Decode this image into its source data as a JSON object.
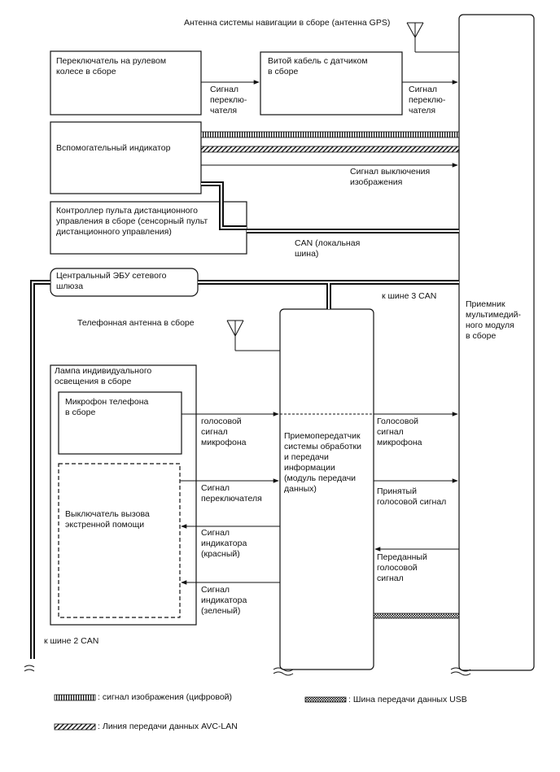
{
  "top_antenna": "Антенна системы навигации в сборе (антенна GPS)",
  "boxes": {
    "steering_switch": "Переключатель на рулевом\nколесе в сборе",
    "spiral_cable": "Витой кабель с датчиком\nв сборе",
    "aux_indicator": "Вспомогательный индикатор",
    "remote_controller": "Контроллер пульта дистанционного\nуправления в сборе (сенсорный пульт\nдистанционного управления)",
    "gateway_ecu": "Центральный ЭБУ сетевого\nшлюза",
    "multimedia_receiver": "Приемник\nмультимедий-\nного модуля\nв сборе",
    "dcm": "Приемопередатчик\nсистемы обработки\nи передачи\nинформации\n(модуль передачи\nданных)",
    "lamp_assembly": "Лампа индивидуального\nосвещения в сборе",
    "microphone": "Микрофон телефона\nв сборе",
    "emergency_switch": "Выключатель вызова\nэкстренной помощи"
  },
  "signals": {
    "switch_signal_1": "Сигнал\nпереклю-\nчателя",
    "switch_signal_2": "Сигнал\nпереклю-\nчателя",
    "image_off": "Сигнал выключения\nизображения",
    "can_local": "CAN (локальная\nшина)",
    "to_can3": "к шине 3 CAN",
    "to_can2": "к шине 2 CAN",
    "phone_antenna": "Телефонная антенна в сборе",
    "mic_voice_1": "голосовой\nсигнал\nмикрофона",
    "mic_voice_2": "Голосовой\nсигнал\nмикрофона",
    "switch_signal_3": "Сигнал\nпереключателя",
    "received_voice": "Принятый\nголосовой сигнал",
    "indicator_red": "Сигнал\nиндикатора\n(красный)",
    "transmitted_voice": "Переданный\nголосовой\nсигнал",
    "indicator_green": "Сигнал\nиндикатора\n(зеленый)"
  },
  "legend": {
    "digital_image": ": сигнал изображения (цифровой)",
    "usb_bus": ": Шина передачи данных USB",
    "avc_lan": ": Линия передачи данных AVC-LAN"
  }
}
